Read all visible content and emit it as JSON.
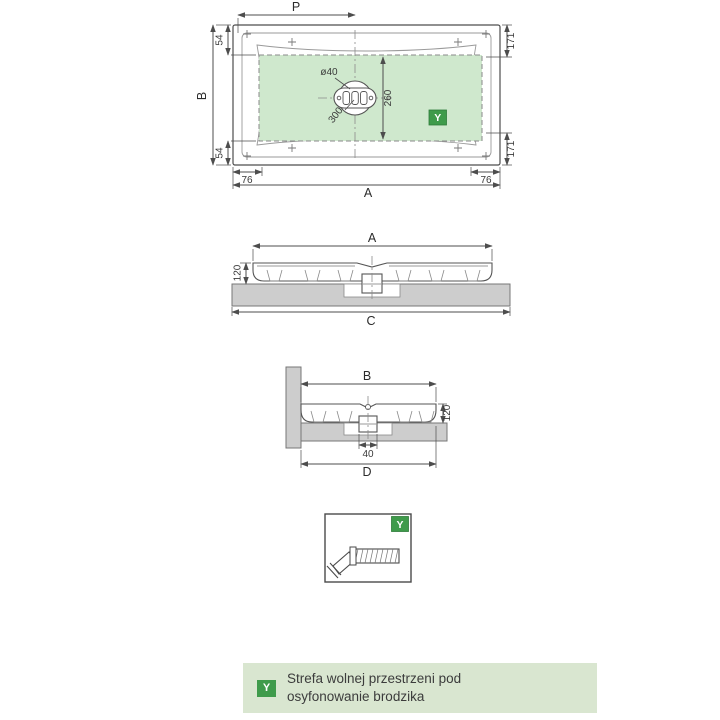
{
  "colors": {
    "green": "#3f9b4b",
    "zone_green": "#cfe8cd",
    "legend_bg": "#d9e6d0",
    "slab_gray": "#cdcdcd",
    "line": "#4d4d4d"
  },
  "top_view": {
    "p": "P",
    "b": "B",
    "a": "A",
    "d54_top": "54",
    "d54_bottom": "54",
    "d171_top": "171",
    "d171_bottom": "171",
    "d76_left": "76",
    "d76_right": "76",
    "d_hole": "ø40",
    "d300": "300",
    "d260": "260",
    "y": "Y"
  },
  "front_view": {
    "a": "A",
    "c": "C",
    "d120": "120"
  },
  "side_view": {
    "b": "B",
    "d": "D",
    "d120": "120",
    "d40": "40"
  },
  "detail_box": {
    "y": "Y"
  },
  "legend": {
    "symbol": "Y",
    "line1": "Strefa wolnej przestrzeni pod",
    "line2": "osyfonowanie brodzika"
  }
}
